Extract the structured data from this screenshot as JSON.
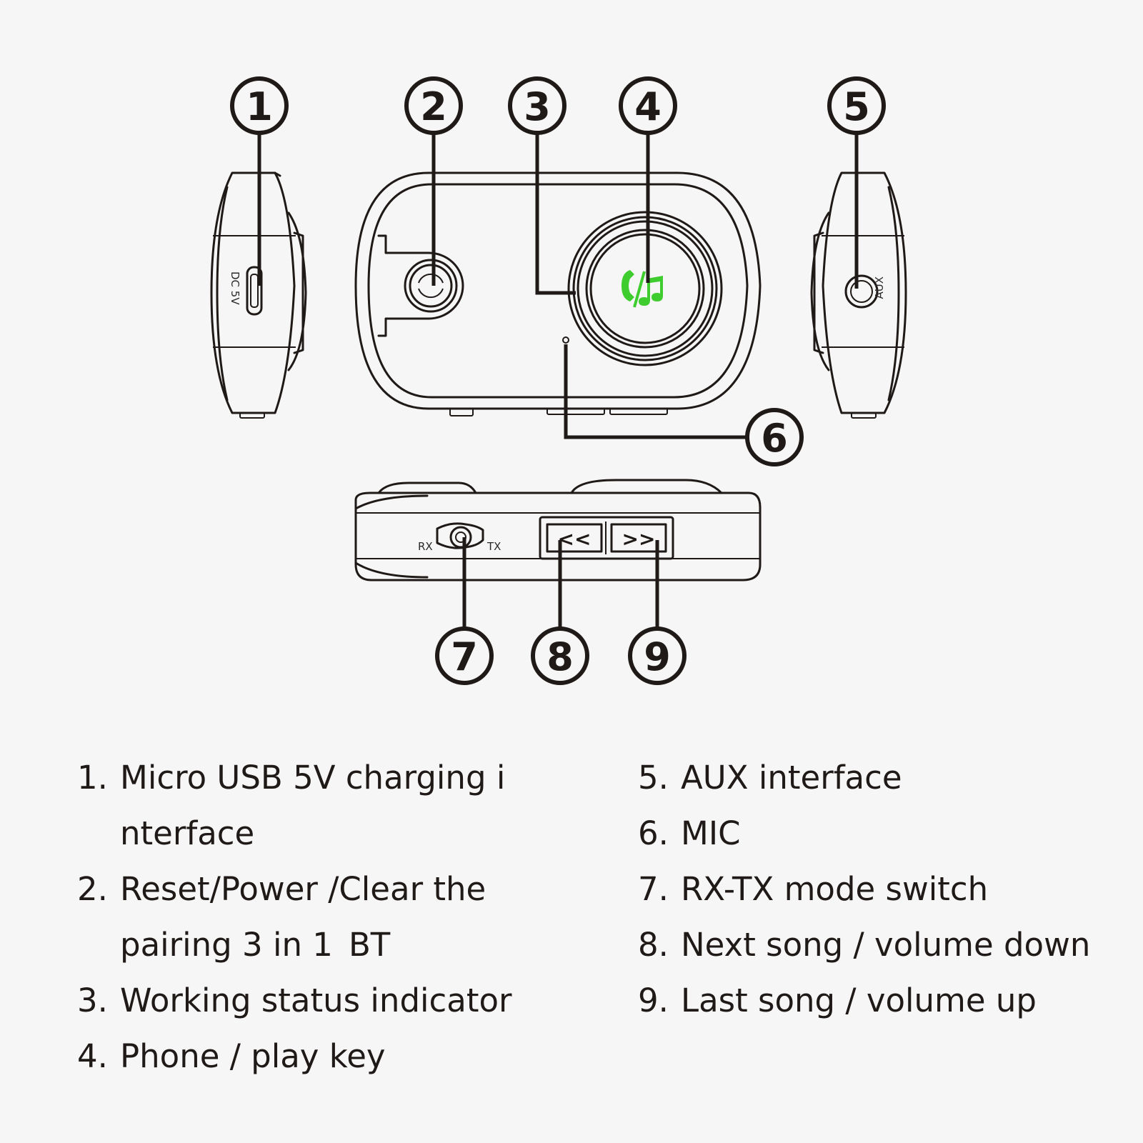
{
  "callouts": [
    "1",
    "2",
    "3",
    "4",
    "5",
    "6",
    "7",
    "8",
    "9"
  ],
  "device": {
    "dc_label": "DC 5V",
    "aux_label": "AUX",
    "rx_label": "RX",
    "tx_label": "TX",
    "prev_button": "<<",
    "next_button": ">>",
    "play_key_icon": "phone-music-icon",
    "play_key_color": "#3ecc2f"
  },
  "legend": {
    "left": [
      {
        "num": "1.",
        "text": "Micro USB 5V charging i nterface"
      },
      {
        "num": "2.",
        "text": "Reset/Power /Clear the pairing  3 in 1",
        "extra": "BT"
      },
      {
        "num": "3.",
        "text": "Working status indicator"
      },
      {
        "num": "4.",
        "text": "Phone / play key"
      }
    ],
    "right": [
      {
        "num": "5.",
        "text": "AUX interface"
      },
      {
        "num": "6.",
        "text": "MIC"
      },
      {
        "num": "7.",
        "text": "RX-TX mode switch"
      },
      {
        "num": "8.",
        "text": "Next song / volume down"
      },
      {
        "num": "9.",
        "text": "Last song / volume up"
      }
    ]
  }
}
